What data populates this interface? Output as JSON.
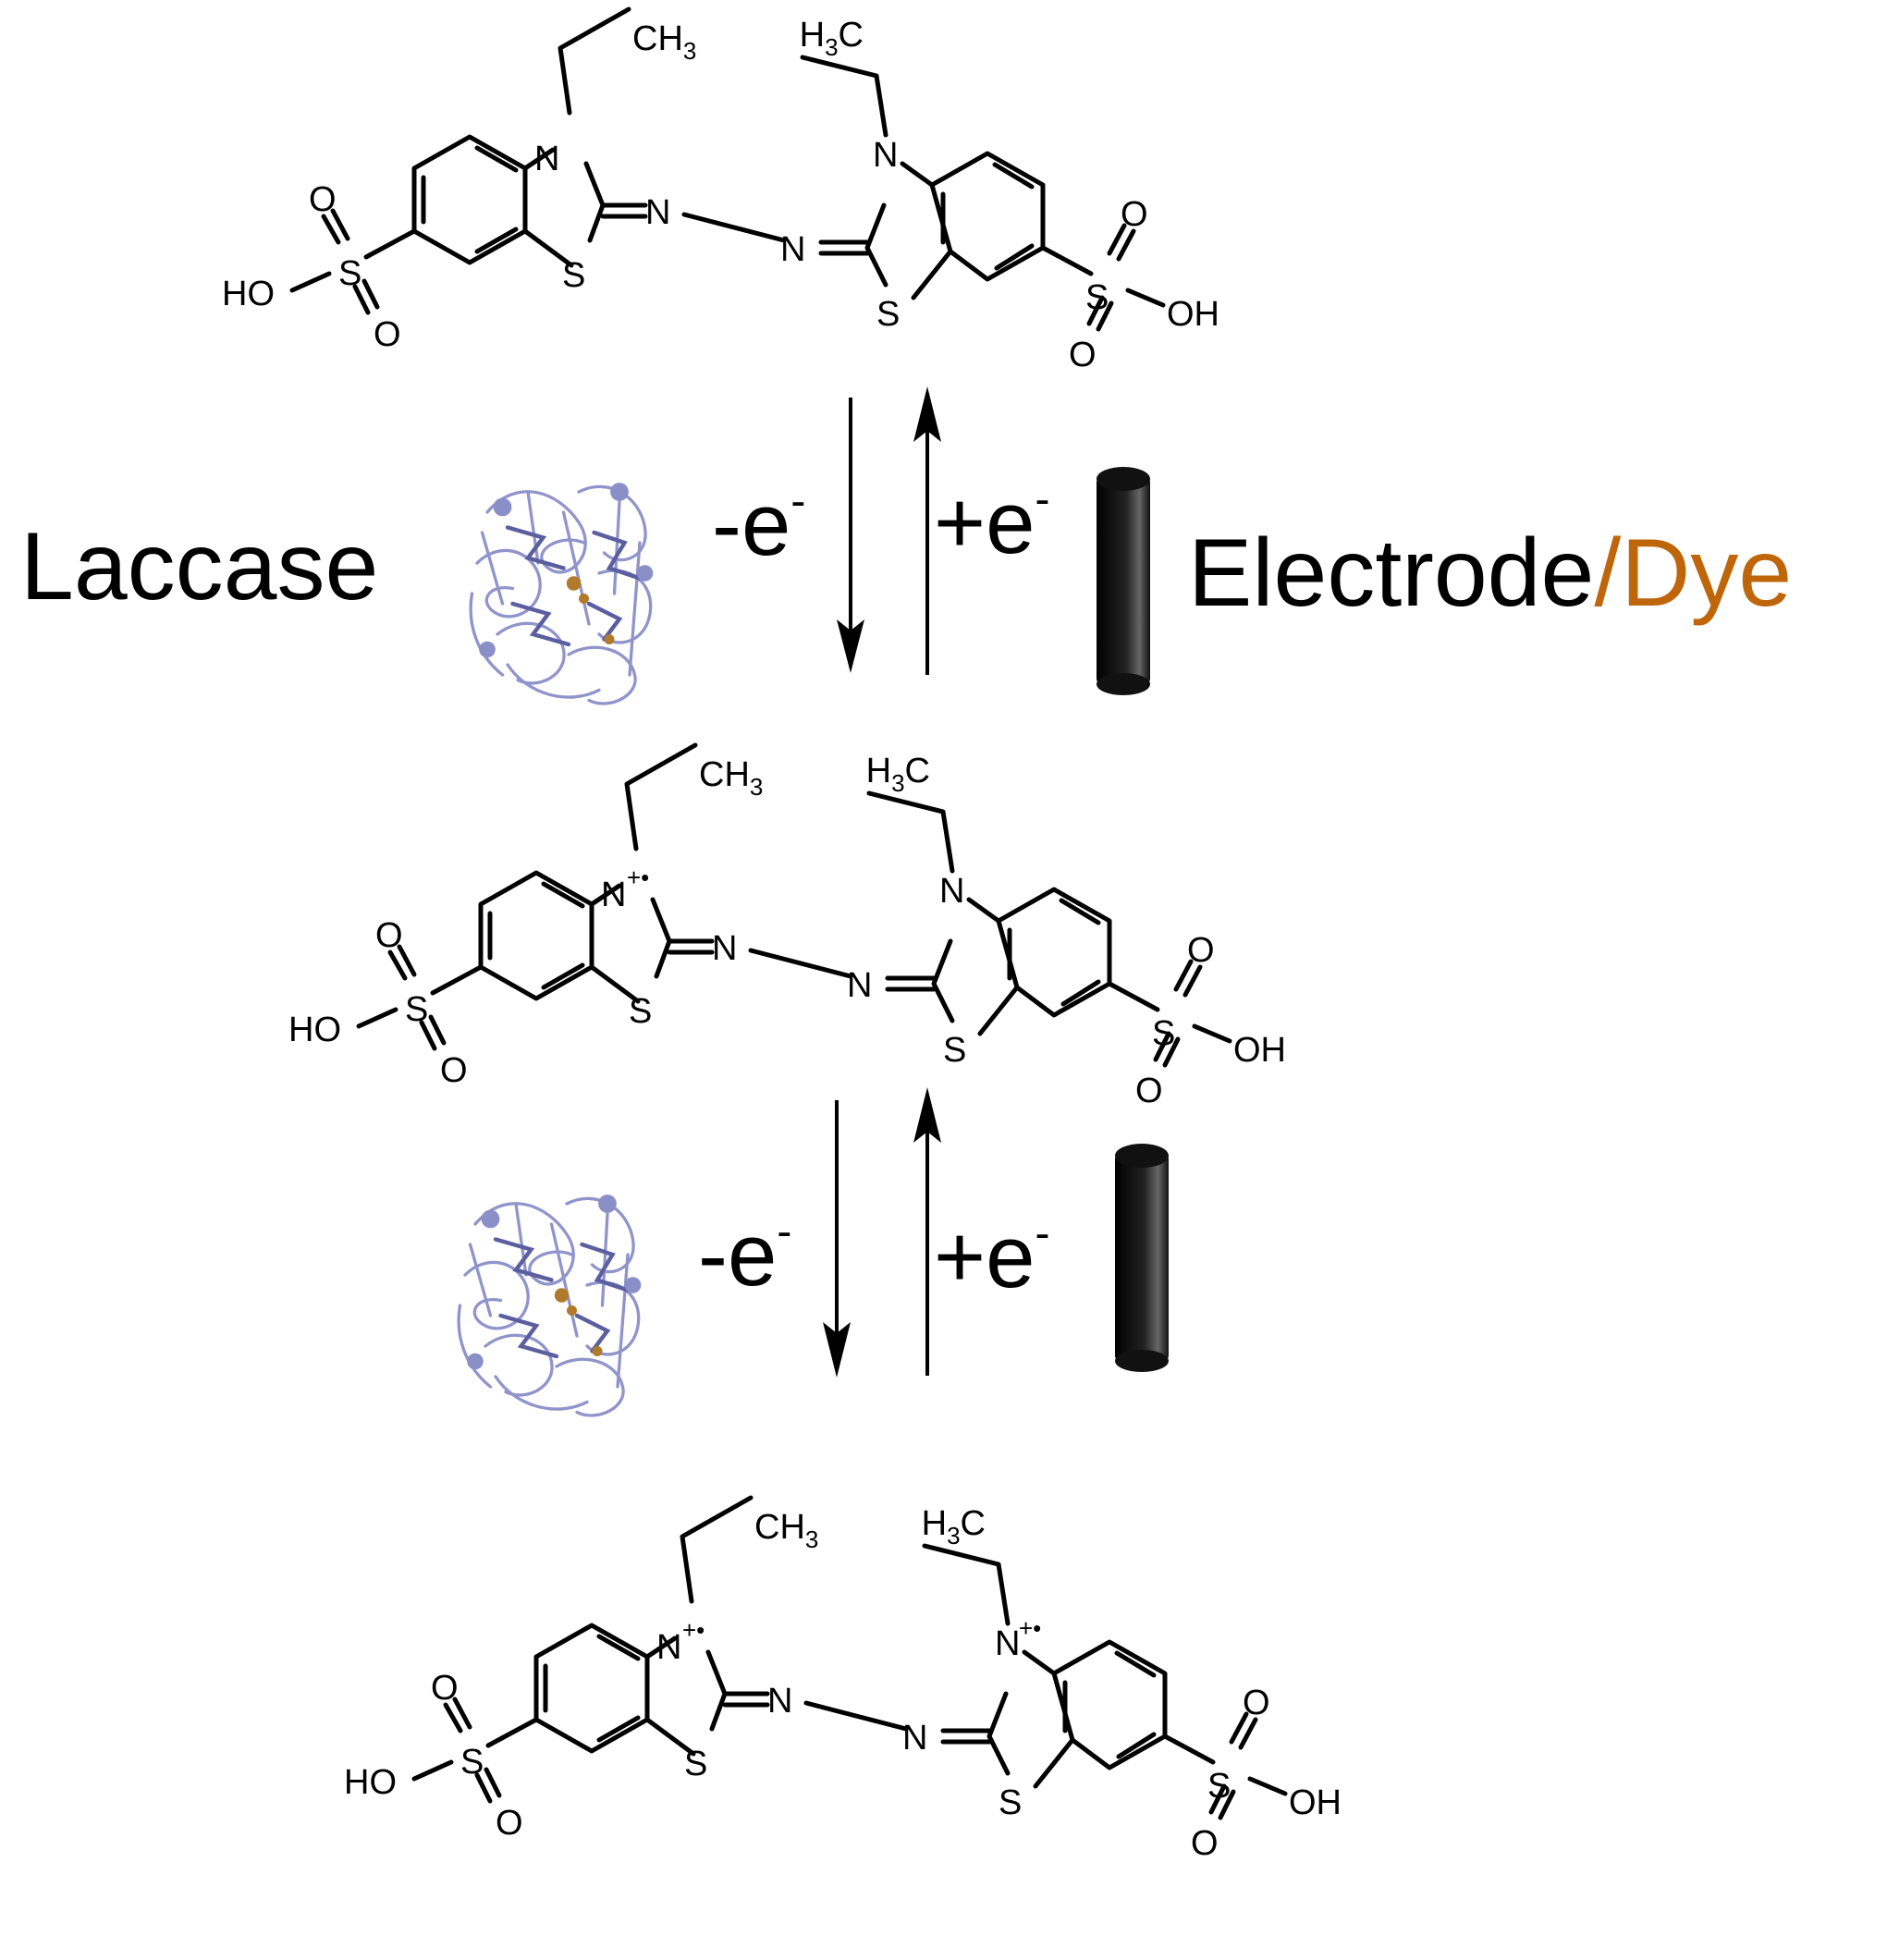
{
  "labels": {
    "laccase": "Laccase",
    "electrode": "Electrode",
    "slash": "/",
    "dye": "Dye",
    "minus_e": "-e",
    "plus_e": "+e",
    "e_charge": "-"
  },
  "atoms": {
    "N": "N",
    "S": "S",
    "O": "O",
    "HO": "HO",
    "OH": "OH",
    "CH3_main": "CH",
    "CH3_sub": "3",
    "H3C_H": "H",
    "H3C_sub": "3",
    "H3C_C": "C",
    "radical_cation": "+•"
  },
  "colors": {
    "ink": "#000000",
    "dye_text": "#c0660a",
    "protein": "#8a8fc8",
    "protein_dark": "#5b5fa0",
    "copper": "#b07a2a"
  },
  "icons": {
    "enzyme": "laccase-protein-icon",
    "electrode": "electrode-cylinder-icon"
  }
}
